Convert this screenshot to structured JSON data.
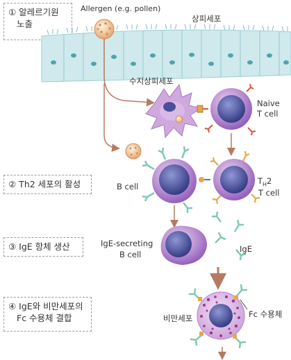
{
  "steps": [
    {
      "line1": "① 알레르기원",
      "line2": "노출"
    },
    {
      "line1": "② Th2 세포의 활성",
      "line2": ""
    },
    {
      "line1": "③ IgE 항체 생산",
      "line2": ""
    },
    {
      "line1": "④ IgE와 비만세포의",
      "line2": "Fc 수용체 결합"
    }
  ],
  "labels": {
    "allergen": "Allergen (e.g. pollen)",
    "epithelium": "상피세포",
    "dendritic": "수지상피세포",
    "naive_t_1": "Naive",
    "naive_t_2": "T cell",
    "b_cell": "B cell",
    "th2_main": "T",
    "th2_sub": "H",
    "th2_num": "2",
    "th2_cell": "T cell",
    "plasma_1": "IgE-secreting",
    "plasma_2": "B cell",
    "ige": "IgE",
    "mast": "비만세포",
    "fc_receptor": "Fc 수용체"
  },
  "colors": {
    "epithelium": "#bfe3e6",
    "cell_purple": "#8a57b8",
    "nucleus": "#3b3f8f",
    "dendritic": "#c7a0d8",
    "arrow": "#b67a62",
    "antibody": "#7fc9b4",
    "receptor_orange": "#e8a64a",
    "receptor_red": "#d9533d"
  }
}
